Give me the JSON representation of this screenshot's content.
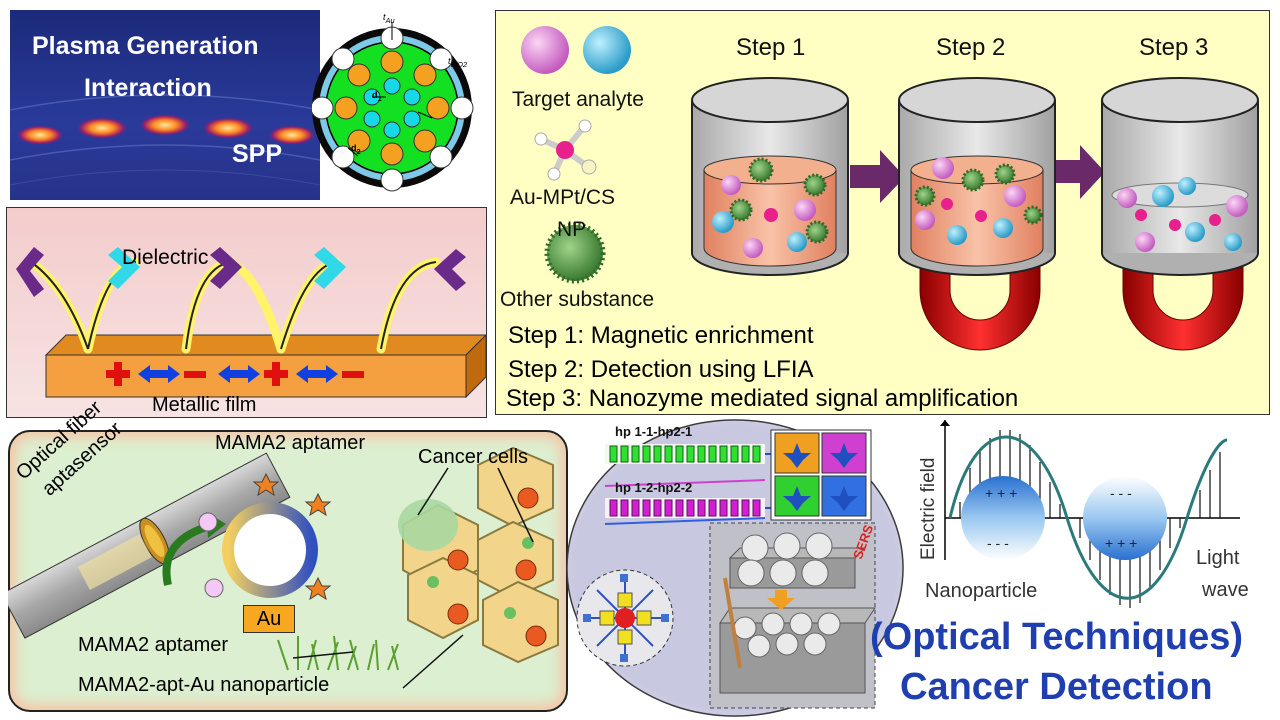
{
  "plasma": {
    "title_line1": "Plasma Generation",
    "title_line2": "Interaction",
    "spp": "SPP"
  },
  "fiber_labels": {
    "tau": "t",
    "tau_sub": "Au",
    "d1": "d",
    "d1_sub": "1",
    "d2": "d",
    "d2_sub": "2",
    "t_sio2": "t",
    "t_sio2_sub": "SiO2"
  },
  "steps_panel": {
    "step1": "Step 1",
    "step2": "Step 2",
    "step3": "Step 3",
    "target_analyte": "Target analyte",
    "au_mpt": "Au-MPt/CS",
    "np": "NP",
    "other_substance": "Other substance",
    "desc1": "Step 1: Magnetic enrichment",
    "desc2": "Step 2: Detection using LFIA",
    "desc3": "Step 3: Nanozyme mediated signal amplification"
  },
  "spp_panel": {
    "dielectric": "Dielectric",
    "metallic_film": "Metallic film"
  },
  "aptasensor": {
    "optical_fiber": "Optical fiber",
    "aptasensor": "aptasensor",
    "mama2_top": "MAMA2 aptamer",
    "cancer_cells": "Cancer cells",
    "au": "Au",
    "mama2_bottom": "MAMA2 aptamer",
    "nanoparticle": "MAMA2-apt-Au nanoparticle"
  },
  "sers": {
    "hp1": "hp 1-1-hp2-1",
    "hp2": "hp 1-2-hp2-2",
    "sers_label": "SERS"
  },
  "wave": {
    "electric_field": "Electric field",
    "nanoparticle": "Nanoparticle",
    "light": "Light",
    "wave": "wave"
  },
  "footer": {
    "line1": "(Optical Techniques)",
    "line2": "Cancer Detection"
  },
  "colors": {
    "title_blue": "#1f3fb0",
    "arrow_purple": "#6a2a6a",
    "magnet_red": "#d01010",
    "metal_orange": "#f4a040"
  }
}
